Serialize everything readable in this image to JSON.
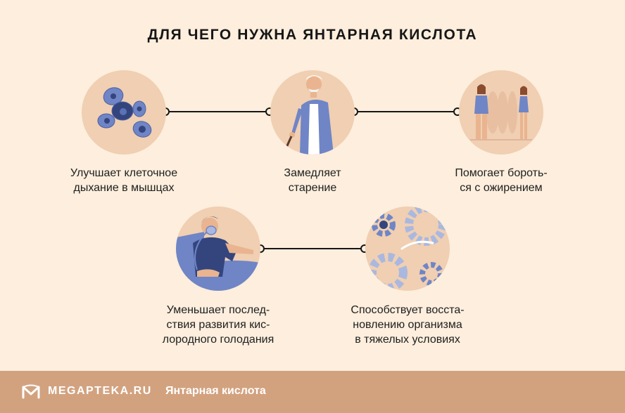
{
  "page": {
    "title": "ДЛЯ ЧЕГО НУЖНА ЯНТАРНАЯ КИСЛОТА"
  },
  "colors": {
    "background": "#fdeedd",
    "circle": "#f0cfb2",
    "accent_blue": "#6f85c6",
    "dark_blue": "#34457e",
    "footer": "#d2a27f"
  },
  "items": [
    {
      "icon": "cells-icon",
      "caption": "Улучшает клеточное\nдыхание в мышцах"
    },
    {
      "icon": "elderly-man-icon",
      "caption": "Замедляет\nстарение"
    },
    {
      "icon": "women-figures-icon",
      "caption": "Помогает бороть-\nся с ожирением"
    },
    {
      "icon": "oxygen-mask-patient-icon",
      "caption": "Уменьшает послед-\nствия развития кис-\nлородного голодания"
    },
    {
      "icon": "gears-icon",
      "caption": "Способствует восста-\nновлению организма\nв тяжелых условиях"
    }
  ],
  "footer": {
    "logo_icon": "megapteka-logo-icon",
    "brand": "MEGAPTEKA.RU",
    "label": "Янтарная кислота"
  }
}
